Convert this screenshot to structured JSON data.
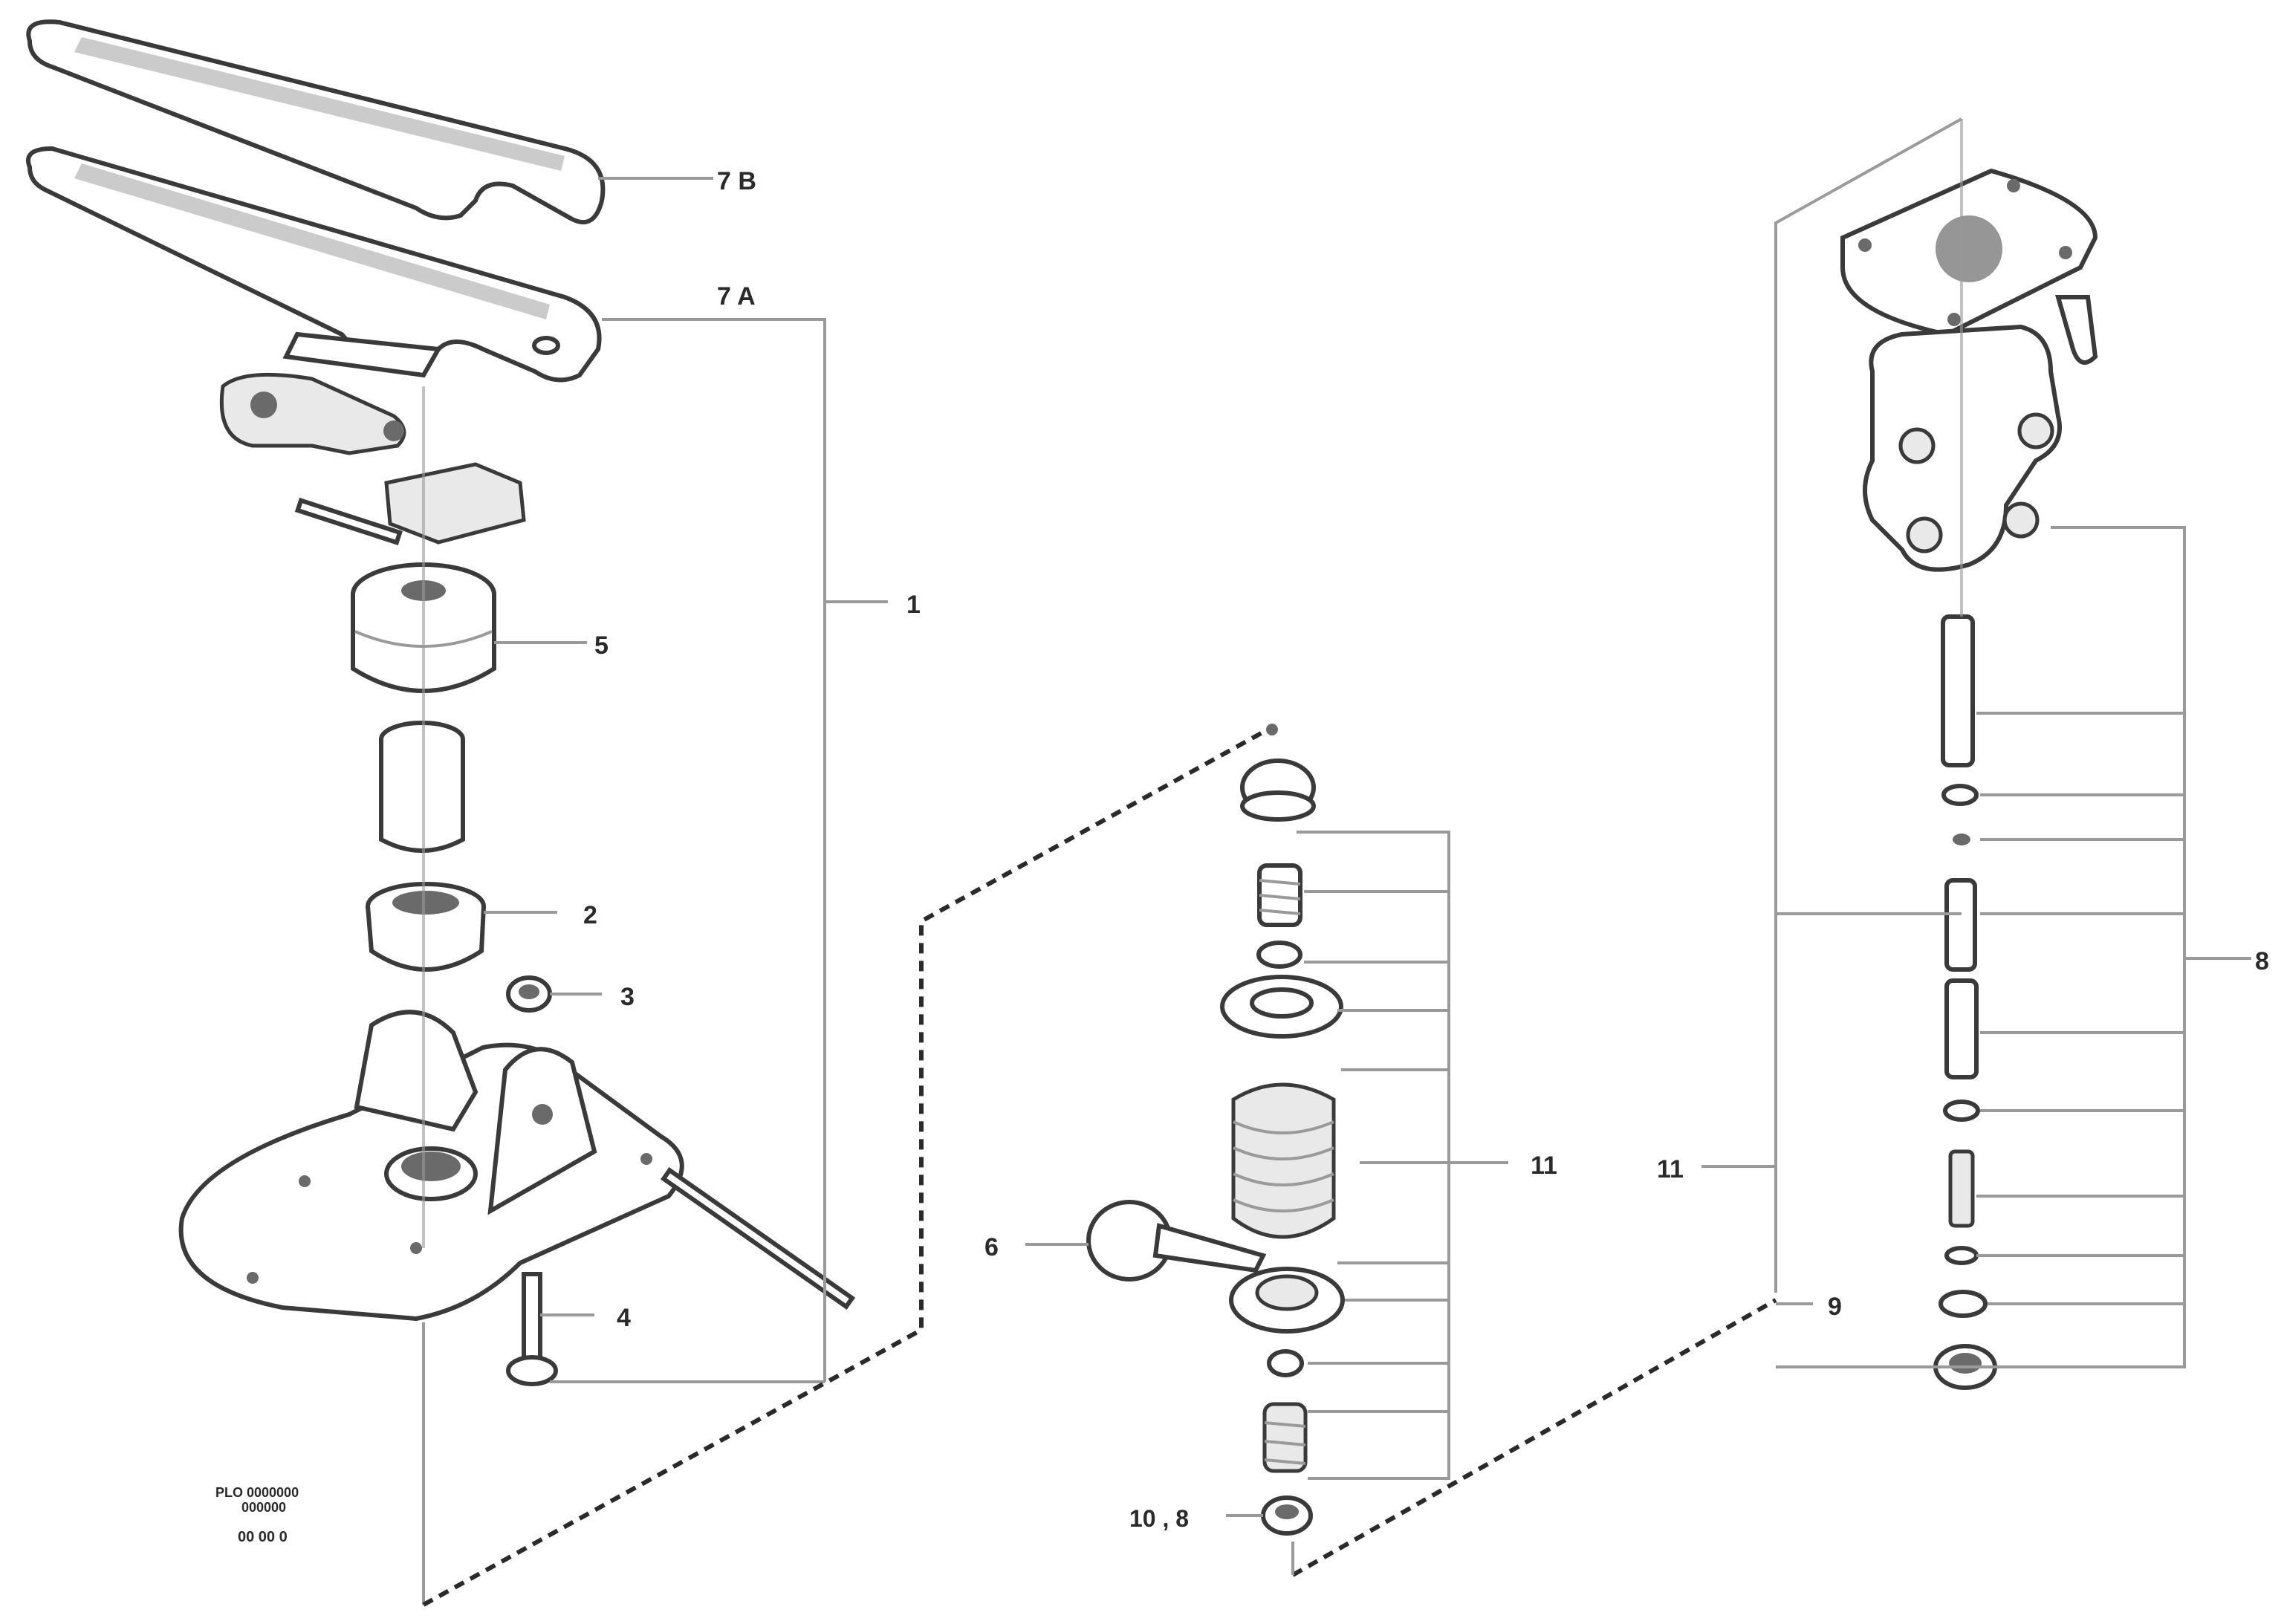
{
  "callouts": {
    "c7b": "7 B",
    "c7a": "7 A",
    "c1": "1",
    "c5": "5",
    "c2": "2",
    "c3": "3",
    "c4": "4",
    "c11_mid": "11",
    "c6": "6",
    "c10_8": "10 , 8",
    "c9": "9",
    "c11_right": "11",
    "c8": "8"
  },
  "caption": {
    "line1": "PLO 0000000",
    "line2": "000000",
    "line3": "00 00 0"
  }
}
